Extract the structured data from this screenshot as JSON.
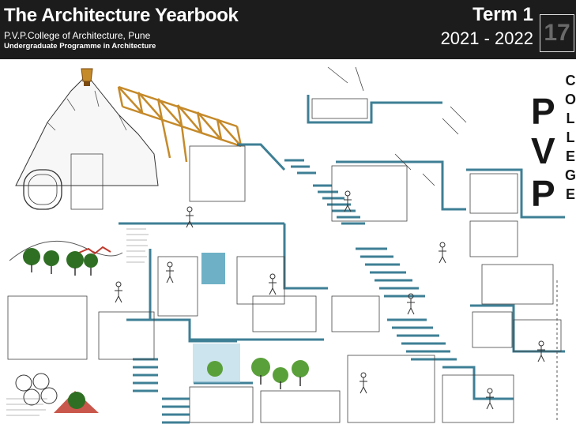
{
  "header": {
    "title": "The Architecture Yearbook",
    "college": "P.V.P.College of Architecture, Pune",
    "programme": "Undergraduate Programme  in Architecture",
    "term": "Term  1",
    "years": "2021 - 2022",
    "page_number": "17"
  },
  "sidebar": {
    "initials": [
      "P",
      "V",
      "P"
    ],
    "word_letters": [
      "C",
      "O",
      "L",
      "L",
      "E",
      "G",
      "E"
    ]
  },
  "colors": {
    "header_bg": "#1c1c1c",
    "accent_teal": "#3e7f95",
    "accent_gold": "#c58a2a",
    "accent_green": "#3f8a2a"
  },
  "illustration": {
    "description_icon": "architecture-collage-icon"
  }
}
